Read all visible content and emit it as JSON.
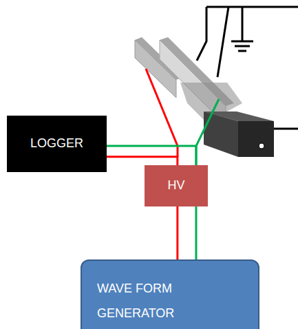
{
  "diagram": {
    "nodes": [
      {
        "text": [
          "LOGGER"
        ]
      },
      {
        "text": [
          "HV"
        ]
      },
      {
        "text": [
          "WAVE FORM GENERATOR"
        ]
      }
    ],
    "edges": [
      {
        "from": 0,
        "to": 1,
        "arrow": "none"
      },
      {
        "from": 0,
        "to": 1,
        "arrow": "none"
      },
      {
        "from": 1,
        "to": 2,
        "arrow": "none"
      },
      {
        "from": 1,
        "to": 2,
        "arrow": "none"
      }
    ]
  }
}
